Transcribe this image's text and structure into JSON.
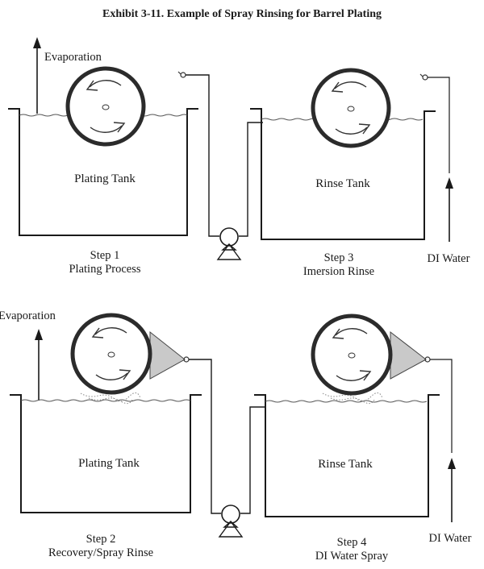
{
  "title": "Exhibit 3-11. Example of Spray Rinsing for Barrel Plating",
  "top": {
    "evaporation": "Evaporation",
    "plating_tank": "Plating Tank",
    "rinse_tank": "Rinse Tank",
    "step1_line1": "Step 1",
    "step1_line2": "Plating Process",
    "step3_line1": "Step 3",
    "step3_line2": "Imersion Rinse",
    "di_water": "DI Water"
  },
  "bottom": {
    "evaporation": "Evaporation",
    "plating_tank": "Plating Tank",
    "rinse_tank": "Rinse Tank",
    "step2_line1": "Step 2",
    "step2_line2": "Recovery/Spray Rinse",
    "step4_line1": "Step 4",
    "step4_line2": "DI Water Spray",
    "di_water": "DI Water"
  }
}
